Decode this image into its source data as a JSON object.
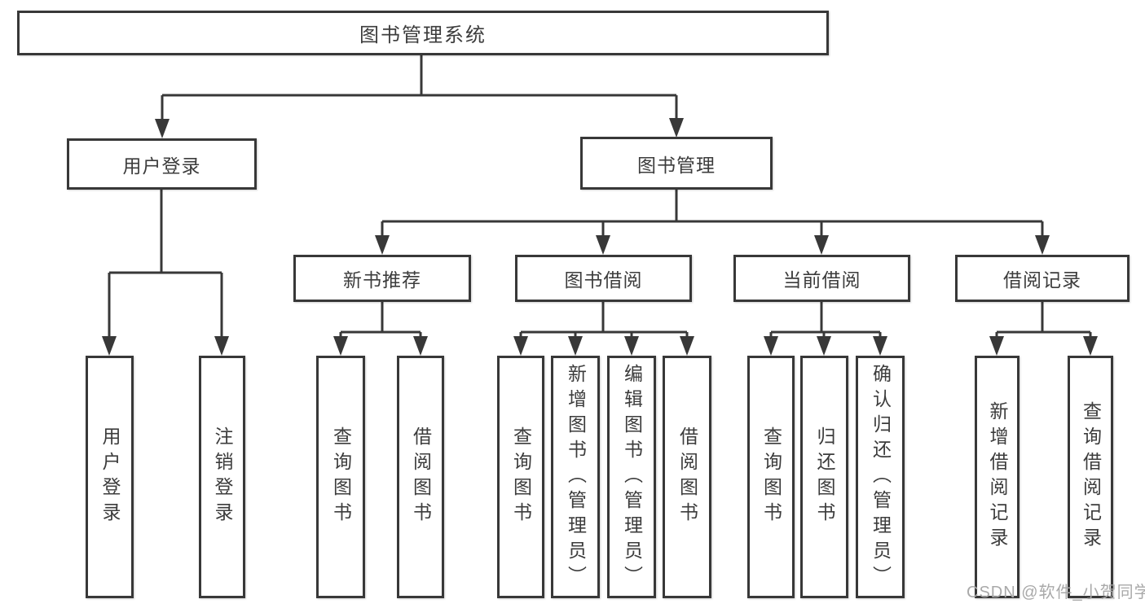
{
  "diagram": {
    "root": {
      "label": "图书管理系统"
    },
    "level2": [
      {
        "label": "用户登录"
      },
      {
        "label": "图书管理"
      }
    ],
    "level3": [
      {
        "label": "新书推荐"
      },
      {
        "label": "图书借阅"
      },
      {
        "label": "当前借阅"
      },
      {
        "label": "借阅记录"
      }
    ],
    "leaves": [
      {
        "label": "用户登录"
      },
      {
        "label": "注销登录"
      },
      {
        "label": "查询图书"
      },
      {
        "label": "借阅图书"
      },
      {
        "label": "查询图书"
      },
      {
        "label": "新增图书（管理员）"
      },
      {
        "label": "编辑图书（管理员）"
      },
      {
        "label": "借阅图书"
      },
      {
        "label": "查询图书"
      },
      {
        "label": "归还图书"
      },
      {
        "label": "确认归还（管理员）"
      },
      {
        "label": "新增借阅记录"
      },
      {
        "label": "查询借阅记录"
      }
    ],
    "watermark": "CSDN @软件_小贺同学"
  },
  "colors": {
    "line": "#383838",
    "text": "#3c3c3c",
    "background": "#ffffff",
    "watermark": "#a9a9a9"
  }
}
